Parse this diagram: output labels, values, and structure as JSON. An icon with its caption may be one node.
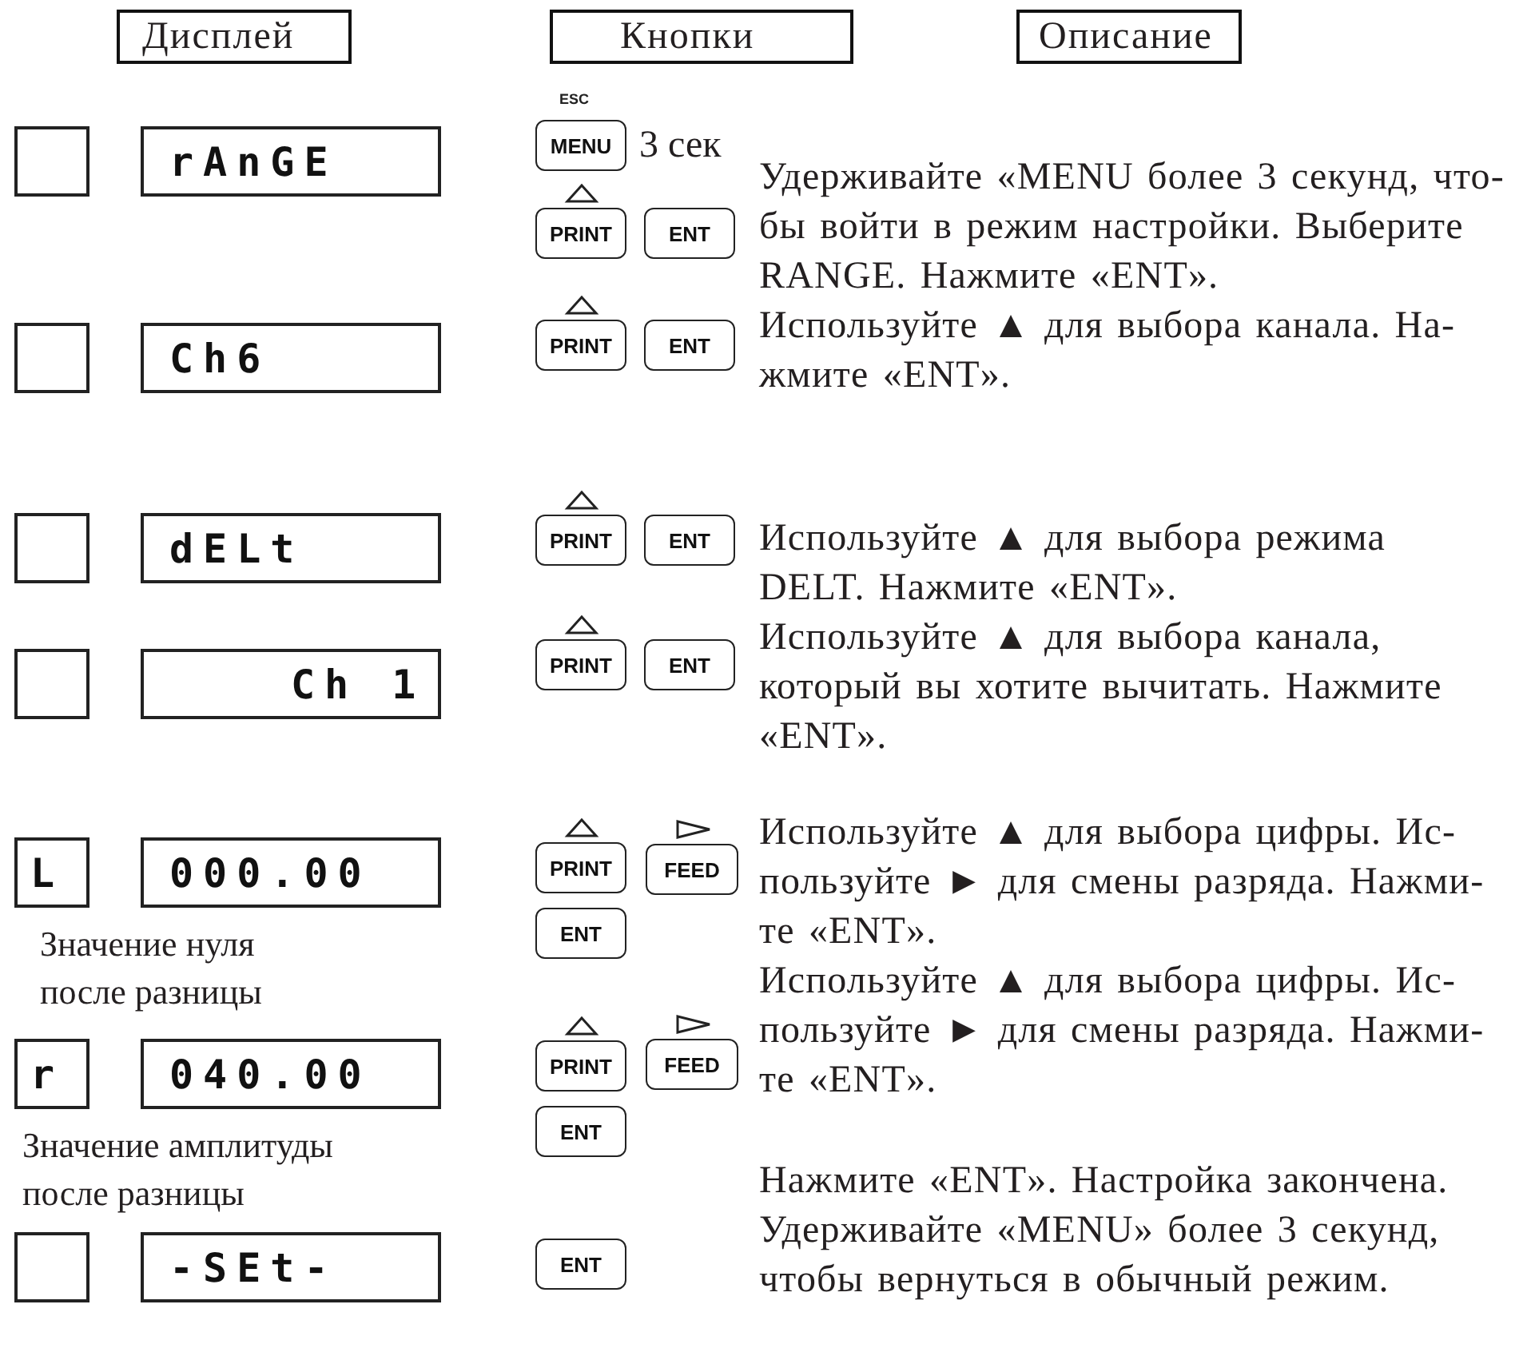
{
  "diagram": {
    "nodes": [
      {
        "text": [
          "Дисплей"
        ]
      },
      {
        "text": [
          "Кнопки"
        ]
      },
      {
        "text": [
          "Описание"
        ]
      },
      {
        "text": [],
        "shape": "box"
      },
      {
        "text": [
          "rAnGE"
        ]
      },
      {
        "text": [
          "MENU"
        ],
        "beside": [
          "ESC",
          "3 сек"
        ]
      },
      {
        "text": [
          "PRINT"
        ]
      },
      {
        "text": [
          "ENT"
        ]
      },
      {
        "text": [],
        "shape": "box"
      },
      {
        "text": [
          "Ch6"
        ]
      },
      {
        "text": [
          "PRINT"
        ]
      },
      {
        "text": [
          "ENT"
        ]
      },
      {
        "text": [],
        "shape": "box"
      },
      {
        "text": [
          "dELt"
        ]
      },
      {
        "text": [
          "PRINT"
        ]
      },
      {
        "text": [
          "ENT"
        ]
      },
      {
        "text": [],
        "shape": "box"
      },
      {
        "text": [
          "Ch 1"
        ]
      },
      {
        "text": [
          "PRINT"
        ]
      },
      {
        "text": [
          "ENT"
        ]
      },
      {
        "text": [
          "L"
        ]
      },
      {
        "text": [
          "000.00"
        ],
        "beside": [
          "Значение нуля после разницы"
        ]
      },
      {
        "text": [
          "PRINT"
        ]
      },
      {
        "text": [
          "FEED"
        ]
      },
      {
        "text": [
          "ENT"
        ]
      },
      {
        "text": [
          "r"
        ]
      },
      {
        "text": [
          "040.00"
        ],
        "beside": [
          "Значение амплитуды после разницы"
        ]
      },
      {
        "text": [
          "PRINT"
        ]
      },
      {
        "text": [
          "FEED"
        ]
      },
      {
        "text": [
          "ENT"
        ]
      },
      {
        "text": [],
        "shape": "box"
      },
      {
        "text": [
          "-SEt-"
        ]
      },
      {
        "text": [
          "ENT"
        ]
      }
    ],
    "labels": [
      "Удерживайте «MENU более 3 секунд, что- бы войти в режим настройки. Выберите RANGE. Нажмите «ENT».",
      "Используйте ▲ для выбора канала. На- жмите «ENT».",
      "Используйте ▲ для выбора режима DELT. Нажмите «ENT».",
      "Используйте ▲ для выбора канала, который вы хотите вычитать. Нажмите «ENT».",
      "Используйте ▲ для выбора цифры. Ис- пользуйте ► для смены разряда. Нажми- те «ENT».",
      "Используйте ▲ для выбора цифры. Ис- пользуйте ► для смены разряда. Нажми- те «ENT».",
      "Нажмите «ENT». Настройка закончена. Удерживайте «MENU» более 3 секунд, чтобы вернуться в обычный режим."
    ]
  }
}
